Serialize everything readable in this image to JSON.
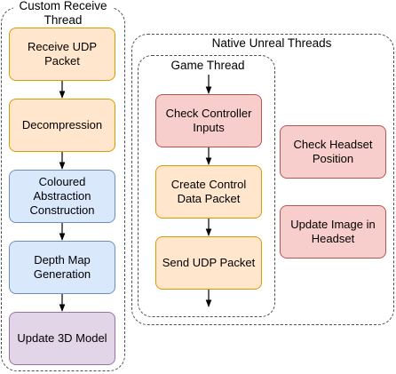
{
  "groups": {
    "custom_receive_thread": "Custom Receive\nThread",
    "native_unreal_threads": "Native Unreal Threads",
    "game_thread": "Game Thread"
  },
  "nodes": {
    "receive_udp_packet": "Receive UDP\nPacket",
    "decompression": "Decompression",
    "coloured_abstraction_construction": "Coloured\nAbstraction\nConstruction",
    "depth_map_generation": "Depth Map\nGeneration",
    "update_3d_model": "Update 3D Model",
    "check_controller_inputs": "Check Controller\nInputs",
    "create_control_data_packet": "Create Control\nData Packet",
    "send_udp_packet": "Send UDP Packet",
    "check_headset_position": "Check Headset\nPosition",
    "update_image_in_headset": "Update Image in\nHeadset"
  },
  "colors": {
    "orange_fill": "#ffe6cc",
    "orange_stroke": "#d79b00",
    "blue_fill": "#dae8fc",
    "blue_stroke": "#6c8ebf",
    "purple_fill": "#e1d5e7",
    "purple_stroke": "#9673a6",
    "red_fill": "#f8cecc",
    "red_stroke": "#b85450",
    "group_border": "#4d4d4d"
  }
}
